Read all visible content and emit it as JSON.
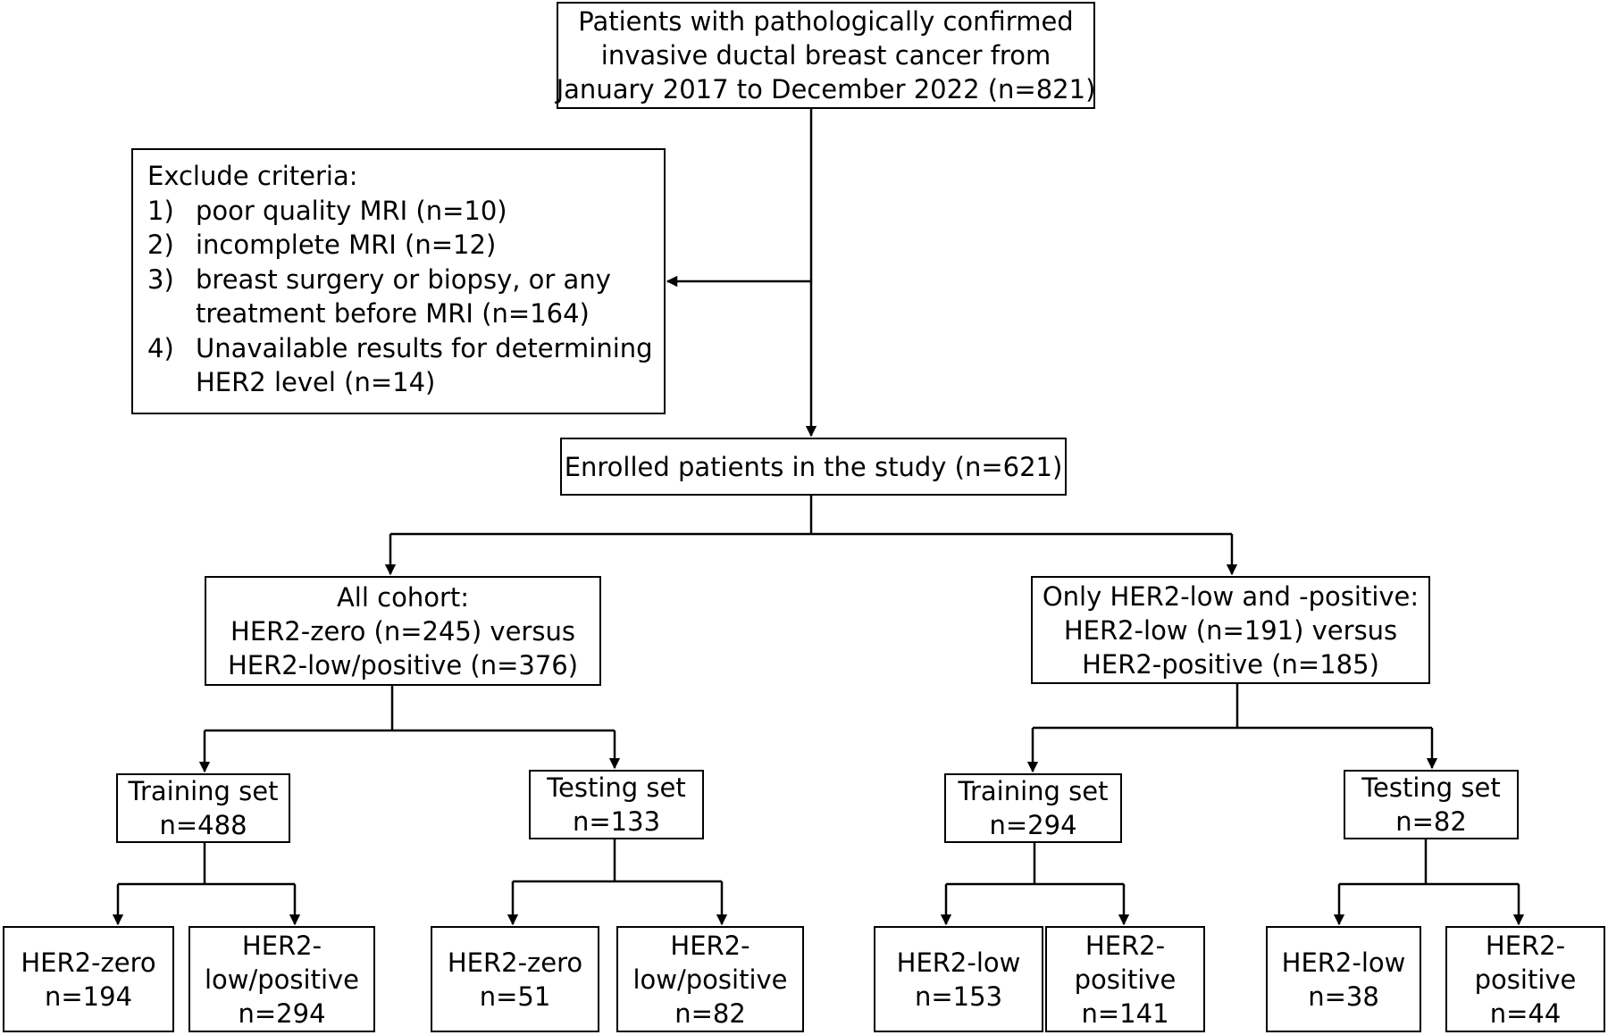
{
  "source": {
    "lines": [
      "Patients with pathologically confirmed",
      "invasive ductal breast cancer from",
      "January 2017 to December 2022 (n=821)"
    ]
  },
  "exclusion": {
    "title": "Exclude criteria:",
    "items": [
      {
        "num": "1)",
        "lines": [
          "poor quality MRI (n=10)"
        ]
      },
      {
        "num": "2)",
        "lines": [
          "incomplete MRI (n=12)"
        ]
      },
      {
        "num": "3)",
        "lines": [
          "breast surgery or biopsy, or any",
          "treatment before MRI (n=164)"
        ]
      },
      {
        "num": "4)",
        "lines": [
          "Unavailable results for determining",
          "HER2 level (n=14)"
        ]
      }
    ]
  },
  "enrolled": {
    "lines": [
      "Enrolled patients in the study (n=621)"
    ]
  },
  "cohort_all": {
    "lines": [
      "All cohort:",
      "HER2-zero (n=245) versus",
      "HER2-low/positive (n=376)"
    ]
  },
  "cohort_low_pos": {
    "lines": [
      "Only HER2-low and -positive:",
      "HER2-low (n=191) versus",
      "HER2-positive (n=185)"
    ]
  },
  "sets": {
    "all_training": {
      "lines": [
        "Training set",
        "n=488"
      ]
    },
    "all_testing": {
      "lines": [
        "Testing set",
        "n=133"
      ]
    },
    "lp_training": {
      "lines": [
        "Training set",
        "n=294"
      ]
    },
    "lp_testing": {
      "lines": [
        "Testing set",
        "n=82"
      ]
    }
  },
  "leaves": {
    "all_train_zero": {
      "lines": [
        "HER2-zero",
        "n=194"
      ]
    },
    "all_train_lowpos": {
      "lines": [
        "HER2-",
        "low/positive",
        "n=294"
      ]
    },
    "all_test_zero": {
      "lines": [
        "HER2-zero",
        "n=51"
      ]
    },
    "all_test_lowpos": {
      "lines": [
        "HER2-",
        "low/positive",
        "n=82"
      ]
    },
    "lp_train_low": {
      "lines": [
        "HER2-low",
        "n=153"
      ]
    },
    "lp_train_pos": {
      "lines": [
        "HER2-",
        "positive",
        "n=141"
      ]
    },
    "lp_test_low": {
      "lines": [
        "HER2-low",
        "n=38"
      ]
    },
    "lp_test_pos": {
      "lines": [
        "HER2-",
        "positive",
        "n=44"
      ]
    }
  }
}
